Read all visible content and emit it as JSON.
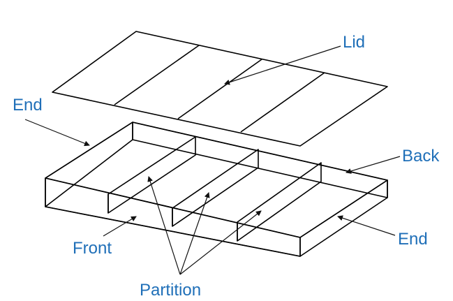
{
  "diagram": {
    "labels": {
      "lid": "Lid",
      "end_top": "End",
      "back": "Back",
      "front": "Front",
      "end_right": "End",
      "partition": "Partition"
    },
    "colors": {
      "label": "#1f6fb8",
      "mesh_fill": "#e6e6e6",
      "mesh_line": "#7a7a7a",
      "edge": "#000000"
    },
    "components": [
      "lid",
      "base",
      "front",
      "back",
      "end",
      "end",
      "partition",
      "partition",
      "partition"
    ]
  }
}
